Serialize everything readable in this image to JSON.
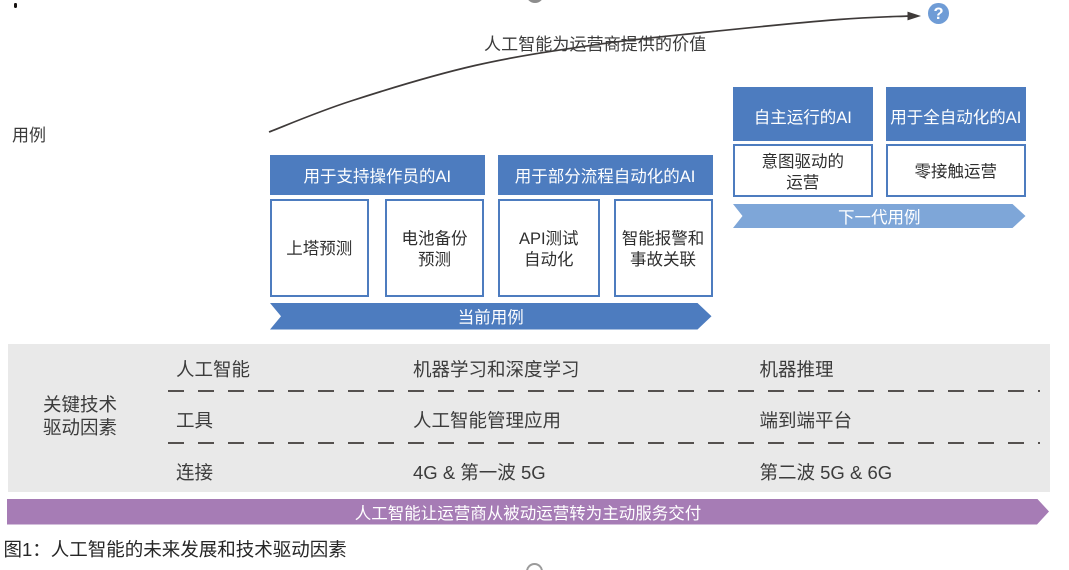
{
  "page": {
    "caption": "图1：人工智能的未来发展和技术驱动因素"
  },
  "annotation": {
    "value_label": "人工智能为运营商提供的价值",
    "help_icon": "?"
  },
  "axis": {
    "use_cases_label": "用例"
  },
  "current_group": {
    "headers": [
      "用于支持操作员的AI",
      "用于部分流程自动化的AI"
    ],
    "boxes": [
      "上塔预测",
      "电池备份\n预测",
      "API测试\n自动化",
      "智能报警和\n事故关联"
    ],
    "banner": "当前用例"
  },
  "next_group": {
    "headers": [
      "自主运行的AI",
      "用于全自动化的AI"
    ],
    "boxes": [
      "意图驱动的\n运营",
      "零接触运营"
    ],
    "banner": "下一代用例"
  },
  "tech_panel": {
    "row_header": "关键技术\n驱动因素",
    "rows": [
      {
        "label": "人工智能",
        "mid": "机器学习和深度学习",
        "right": "机器推理"
      },
      {
        "label": "工具",
        "mid": "人工智能管理应用",
        "right": "端到端平台"
      },
      {
        "label": "连接",
        "mid": "4G & 第一波 5G",
        "right": "第二波 5G & 6G"
      }
    ]
  },
  "bottom_banner": {
    "label": "人工智能让运营商从被动运营转为主动服务交付"
  },
  "colors": {
    "header_blue": "#4d7cbf",
    "banner_blue": "#4d7cbf",
    "light_banner": "#7ea6d8",
    "box_border": "#4d7cbf",
    "help_blue": "#6f9cd6",
    "purple": "#a67cb5",
    "panel_gray": "#e9e9e9",
    "dash_ink": "#55514f",
    "box_ink": "#2f2f2f",
    "label_ink": "#3b3b3b",
    "tech_ink": "#3c3c3c",
    "caption_ink": "#262626",
    "curve_ink": "#3e3a39",
    "gray_disc": "#8d8d8d",
    "gray_ring": "#9b9b9b"
  }
}
